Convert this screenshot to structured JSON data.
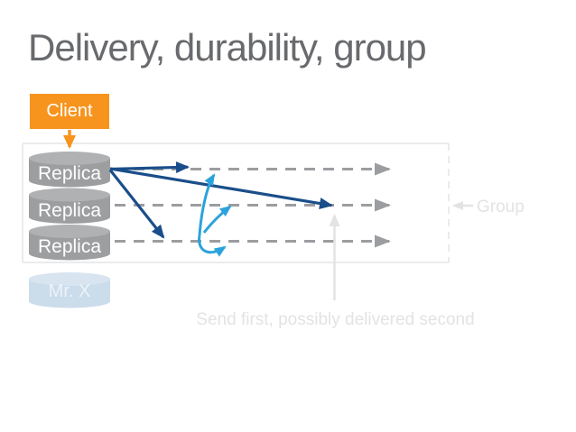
{
  "title": "Delivery, durability, group",
  "client": {
    "label": "Client"
  },
  "replicas": [
    "Replica",
    "Replica",
    "Replica"
  ],
  "mr_x": {
    "label": "Mr. X"
  },
  "group": {
    "label": "Group"
  },
  "caption": "Send first, possibly delivered second",
  "colors": {
    "orange": "#F7941E",
    "navy": "#1A4E8A",
    "light_blue": "#2BA3DC",
    "gray_line": "#9B9DA0",
    "cylinder_body": "#9C9EA0",
    "cylinder_top": "#AFB1B3",
    "mrx_body": "#CBDCEB",
    "mrx_top": "#D8E4F0",
    "title_gray": "#696A6D",
    "faint_gray": "#E3E3E3",
    "box_border": "#EBEBEB"
  }
}
